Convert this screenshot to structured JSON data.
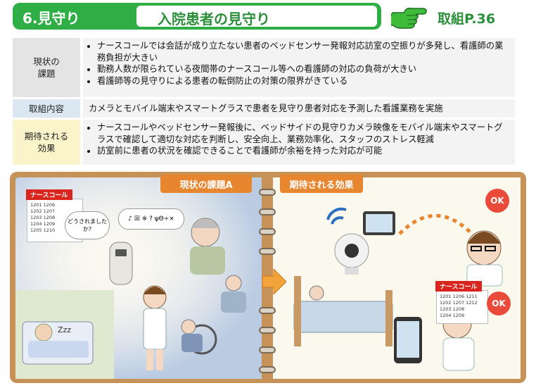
{
  "header": {
    "section": "6.見守り",
    "title": "入院患者の見守り",
    "ref": "取組P.36",
    "hand_icon": "pointing-hand-icon"
  },
  "rows": [
    {
      "label_lines": [
        "現状の",
        "課題"
      ],
      "bullets": [
        "ナースコールでは会話が成り立たない患者のベッドセンサー発報対応訪室の空振りが多発し、看護師の業務負担が大きい",
        "勤務人数が限られている夜間帯のナースコール等への看護師の対応の負荷が大きい",
        "看護師等の見守りによる患者の転倒防止の対策の限界がきている"
      ]
    },
    {
      "label": "取組内容",
      "text": "カメラとモバイル端末やスマートグラスで患者を見守り患者対応を予測した看護業務を実施"
    },
    {
      "label_lines": [
        "期待される",
        "効果"
      ],
      "bullets": [
        "ナースコールやベッドセンサー発報後に、ベッドサイドの見守りカメラ映像をモバイル端末やスマートグラスで確認して適切な対応を判断し、安全向上、業務効率化、スタッフのストレス軽減",
        "訪室前に患者の状況を確認できることで看護師が余裕を持った対応が可能"
      ]
    }
  ],
  "illustration": {
    "left_tag": "現状の課題A",
    "right_tag": "期待される効果",
    "nurse_call_label": "ナースコール",
    "speech_question": "どうされましたか?",
    "speech_garble": "♪ ☒ ※ ? ψΘ÷×",
    "sleep_text": "Zzz",
    "ok": "OK",
    "call_numbers": [
      "1201",
      "1202",
      "1203",
      "1204",
      "1205",
      "1206",
      "1207",
      "1208",
      "1209",
      "1210",
      "1211",
      "1212"
    ]
  },
  "colors": {
    "green": "#2fae45",
    "orange": "#e8862f",
    "red": "#d9251d",
    "cover": "#c69258"
  }
}
